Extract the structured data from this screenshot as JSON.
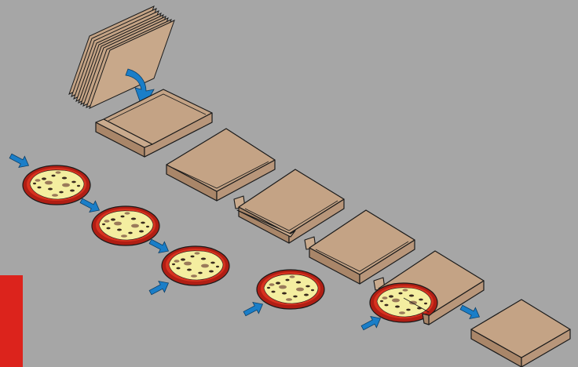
{
  "colors": {
    "background": "#a6a6a6",
    "cardboard": "#c4a385",
    "pizza_crust": "#b01e14",
    "arrow": "#1a7ec8",
    "red_tab": "#dc231c"
  },
  "elements": {
    "blank_stack": "stack-of-flat-box-blanks",
    "boxes": [
      "open-tray",
      "tray",
      "tray-with-flap",
      "tray-with-flap",
      "tray-receiving-pizza",
      "closed-box"
    ],
    "pizzas": 5,
    "arrows": 7
  }
}
